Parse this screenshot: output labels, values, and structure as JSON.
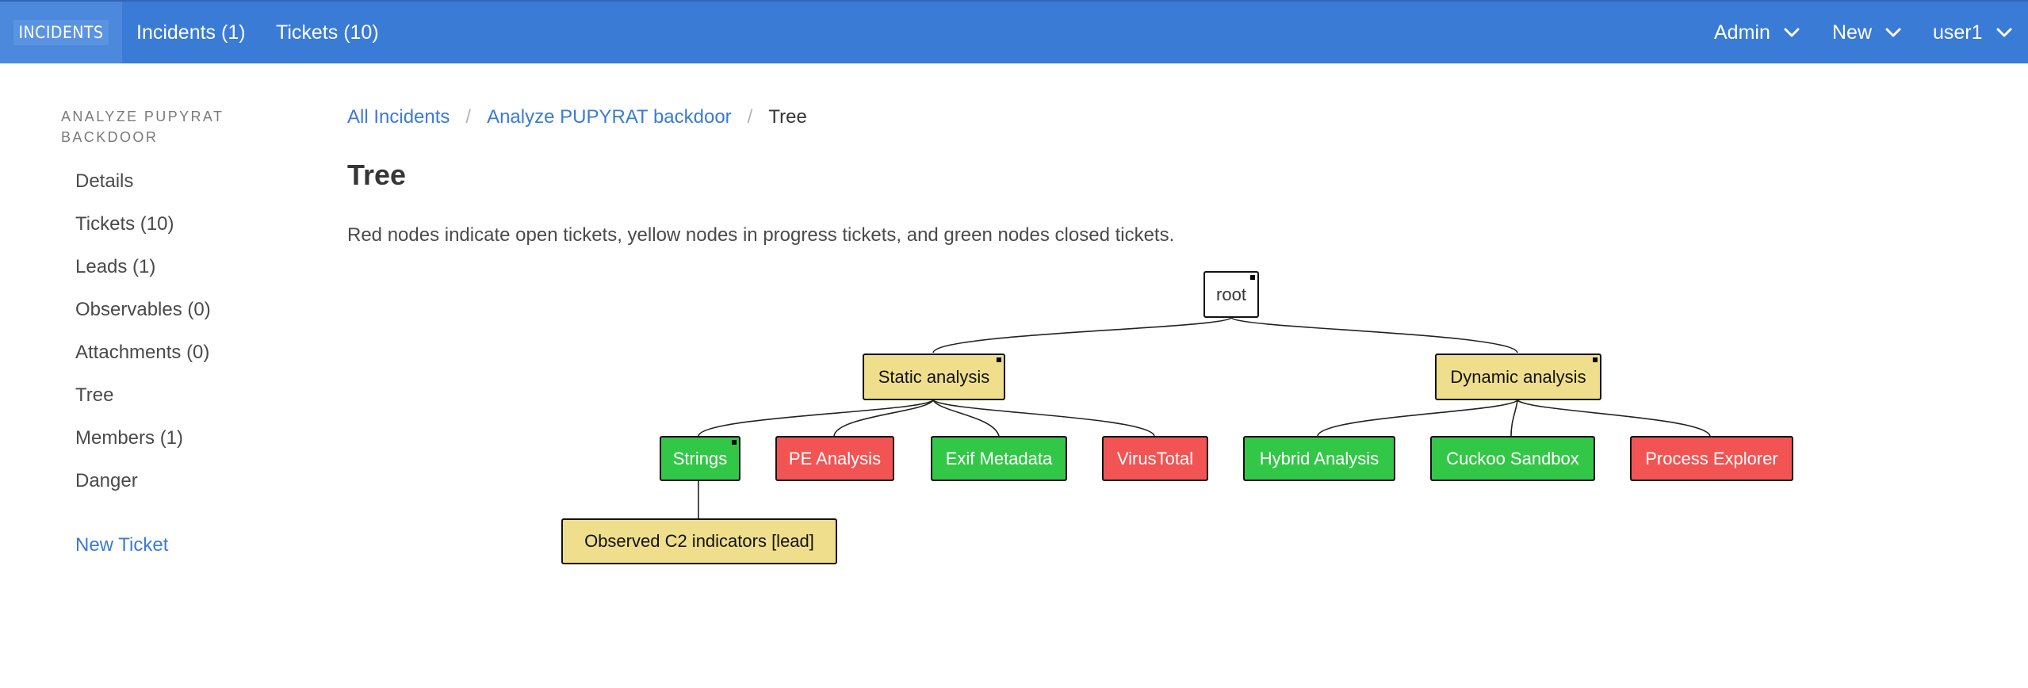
{
  "navbar": {
    "brand": "INCIDENTS",
    "incidents_label": "Incidents (1)",
    "tickets_label": "Tickets (10)",
    "admin_label": "Admin",
    "new_label": "New",
    "user_label": "user1",
    "color": "#3a7bd5"
  },
  "sidebar": {
    "heading": "ANALYZE PUPYRAT BACKDOOR",
    "items": [
      {
        "label": "Details"
      },
      {
        "label": "Tickets (10)"
      },
      {
        "label": "Leads (1)"
      },
      {
        "label": "Observables (0)"
      },
      {
        "label": "Attachments (0)"
      },
      {
        "label": "Tree"
      },
      {
        "label": "Members (1)"
      },
      {
        "label": "Danger"
      }
    ],
    "new_ticket": "New Ticket"
  },
  "breadcrumb": {
    "items": [
      "All Incidents",
      "Analyze PUPYRAT backdoor"
    ],
    "current": "Tree",
    "separator": "/"
  },
  "page": {
    "title": "Tree",
    "description": "Red nodes indicate open tickets, yellow nodes in progress tickets, and green nodes closed tickets."
  },
  "status_colors": {
    "open": "#f25454",
    "in_progress": "#efdf8c",
    "closed": "#33c748"
  },
  "tree": {
    "root": {
      "label": "root"
    },
    "nodes": [
      {
        "label": "Static analysis",
        "status": "in_progress"
      },
      {
        "label": "Dynamic analysis",
        "status": "in_progress"
      },
      {
        "label": "Strings",
        "status": "closed",
        "parent": "Static analysis"
      },
      {
        "label": "PE Analysis",
        "status": "open",
        "parent": "Static analysis"
      },
      {
        "label": "Exif Metadata",
        "status": "closed",
        "parent": "Static analysis"
      },
      {
        "label": "VirusTotal",
        "status": "open",
        "parent": "Static analysis"
      },
      {
        "label": "Hybrid Analysis",
        "status": "closed",
        "parent": "Dynamic analysis"
      },
      {
        "label": "Cuckoo Sandbox",
        "status": "closed",
        "parent": "Dynamic analysis"
      },
      {
        "label": "Process Explorer",
        "status": "open",
        "parent": "Dynamic analysis"
      },
      {
        "label": "Observed C2 indicators [lead]",
        "status": "in_progress",
        "parent": "Strings"
      }
    ]
  }
}
